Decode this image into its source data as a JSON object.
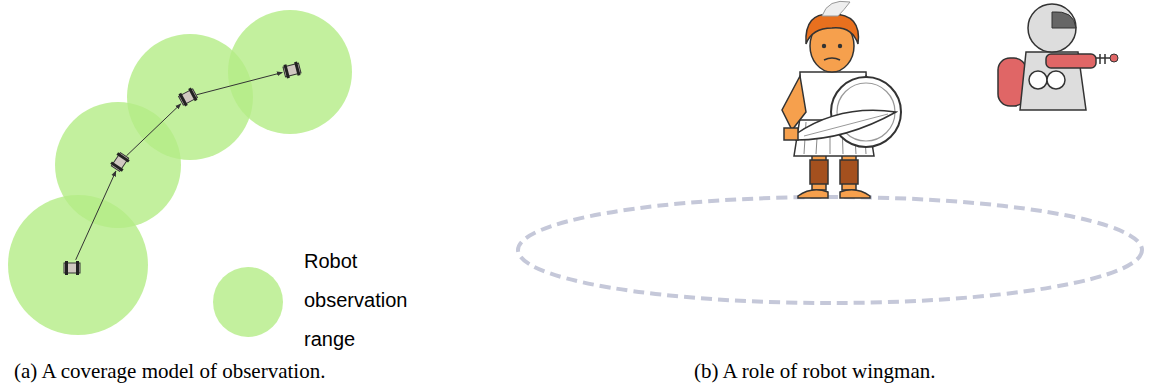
{
  "diagram": {
    "labels": [
      "(a) A coverage model of observation.",
      "(b) A role of robot wingman."
    ],
    "legend": [
      {
        "text": "Robot observation range",
        "color": "#b4ec86"
      }
    ]
  }
}
